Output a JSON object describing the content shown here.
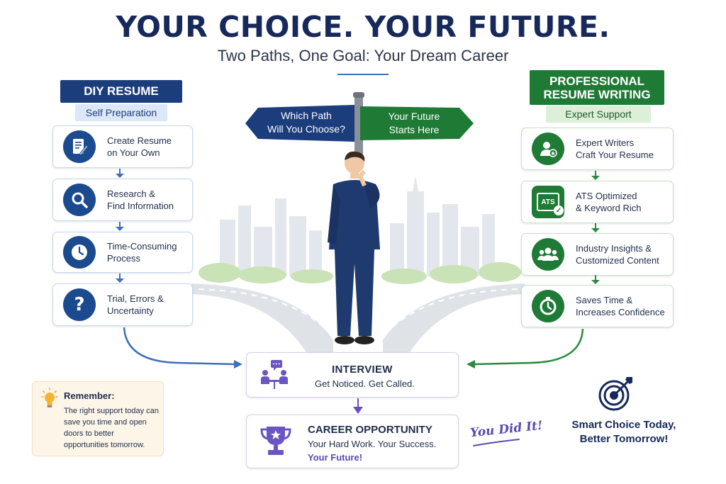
{
  "header": {
    "title": "YOUR CHOICE. YOUR FUTURE.",
    "subtitle": "Two Paths, One Goal: Your Dream Career"
  },
  "diy": {
    "badge": "DIY RESUME",
    "sub": "Self Preparation",
    "steps": [
      {
        "icon": "document-edit-icon",
        "line1": "Create Resume",
        "line2": "on Your Own"
      },
      {
        "icon": "magnifier-icon",
        "line1": "Research &",
        "line2": "Find Information"
      },
      {
        "icon": "clock-icon",
        "line1": "Time-Consuming",
        "line2": "Process"
      },
      {
        "icon": "question-mark-icon",
        "line1": "Trial, Errors &",
        "line2": "Uncertainty"
      }
    ]
  },
  "pro": {
    "badge_line1": "PROFESSIONAL",
    "badge_line2": "RESUME WRITING",
    "sub": "Expert Support",
    "steps": [
      {
        "icon": "expert-writer-icon",
        "line1": "Expert Writers",
        "line2": "Craft Your Resume"
      },
      {
        "icon": "ats-check-icon",
        "icon_text": "ATS",
        "line1": "ATS Optimized",
        "line2": "& Keyword Rich"
      },
      {
        "icon": "team-insights-icon",
        "line1": "Industry Insights &",
        "line2": "Customized Content"
      },
      {
        "icon": "timer-icon",
        "line1": "Saves Time &",
        "line2": "Increases Confidence"
      }
    ]
  },
  "signpost": {
    "left_line1": "Which Path",
    "left_line2": "Will You Choose?",
    "right_line1": "Your Future",
    "right_line2": "Starts Here"
  },
  "interview": {
    "title": "INTERVIEW",
    "sub": "Get Noticed. Get Called."
  },
  "career": {
    "title": "CAREER OPPORTUNITY",
    "line1": "Your Hard Work. Your Success.",
    "line2": "Your Future!"
  },
  "remember": {
    "title": "Remember:",
    "body": "The right support today can save you time and open doors to better opportunities tomorrow."
  },
  "you_did_it": "You Did It!",
  "smart": {
    "line1": "Smart Choice Today,",
    "line2": "Better Tomorrow!"
  },
  "colors": {
    "navy": "#16295a",
    "diy_blue": "#1c3d7c",
    "pro_green": "#1f7a35",
    "purple": "#5a4ab0"
  }
}
